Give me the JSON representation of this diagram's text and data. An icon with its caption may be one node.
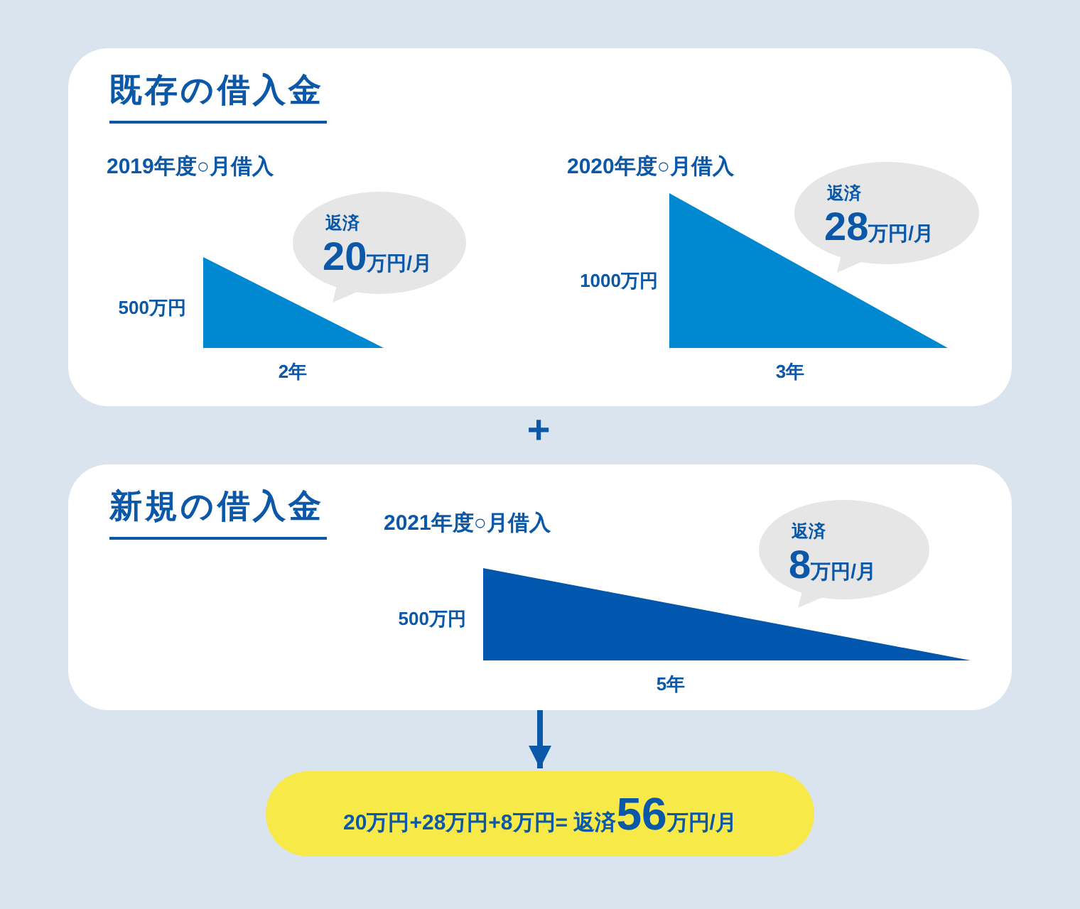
{
  "diagram": {
    "nodes": [
      {
        "text": [
          "既存の借入金"
        ]
      },
      {
        "text": [],
        "shape": "triangle",
        "in": 0,
        "beside": [
          "500万円",
          "2年"
        ]
      },
      {
        "text": [
          "返済",
          "20万円/月"
        ],
        "in": 0
      },
      {
        "text": [],
        "shape": "triangle",
        "in": 0,
        "beside": [
          "1000万円",
          "3年"
        ]
      },
      {
        "text": [
          "返済",
          "28万円/月"
        ],
        "in": 0
      },
      {
        "text": [
          "新規の借入金"
        ]
      },
      {
        "text": [],
        "shape": "triangle",
        "in": 5,
        "beside": [
          "500万円",
          "5年"
        ]
      },
      {
        "text": [
          "返済",
          "8万円/月"
        ],
        "in": 5
      },
      {
        "text": [
          "20万円+28万円+8万円= 返済56万円/月"
        ]
      }
    ],
    "edges": [
      {
        "from": 5,
        "to": 8,
        "arrow": "to"
      }
    ],
    "labels": [
      "2019年度○月借入",
      "2020年度○月借入",
      "+",
      "2021年度○月借入"
    ]
  }
}
